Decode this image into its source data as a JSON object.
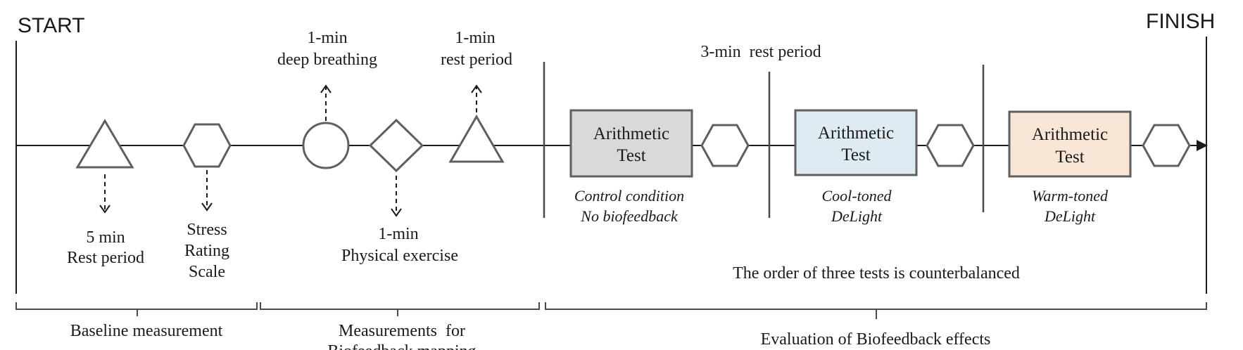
{
  "start_label": "START",
  "finish_label": "FINISH",
  "baseline": {
    "rest_line1": "5 min",
    "rest_line2": "Rest period",
    "stress_line1": "Stress",
    "stress_line2": "Rating",
    "stress_line3": "Scale"
  },
  "biofeedback_measures": {
    "breathing_line1": "1-min",
    "breathing_line2": "deep breathing",
    "exercise_line1": "1-min",
    "exercise_line2": "Physical exercise",
    "rest_line1": "1-min",
    "rest_line2": "rest period"
  },
  "evaluation": {
    "rest_period": "3-min  rest period",
    "tests": [
      {
        "line1": "Arithmetic",
        "line2": "Test",
        "fill": "#d9d9d9",
        "cond_line1": "Control condition",
        "cond_line2": "No biofeedback"
      },
      {
        "line1": "Arithmetic",
        "line2": "Test",
        "fill": "#deebf2",
        "cond_line1": "Cool-toned",
        "cond_line2": "DeLight"
      },
      {
        "line1": "Arithmetic",
        "line2": "Test",
        "fill": "#f8e6d6",
        "cond_line1": "Warm-toned",
        "cond_line2": "DeLight"
      }
    ],
    "counterbalance_note": "The order of three tests is counterbalanced"
  },
  "phases": {
    "baseline": "Baseline measurement",
    "measurements_line1": "Measurements  for",
    "measurements_line2": "Biofeedback mapping",
    "evaluation": "Evaluation of Biofeedback effects"
  }
}
